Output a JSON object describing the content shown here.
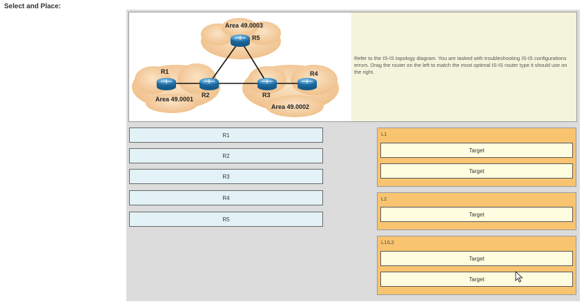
{
  "heading": "Select and Place:",
  "question": {
    "text": "Refer to the IS-IS topology diagram. You are tasked with troubleshooting IS-IS configurations errors. Drag the router on the left to match the most optimal IS-IS router type it should use on the right."
  },
  "diagram": {
    "areas": [
      "Area 49.0003",
      "Area 49.0001",
      "Area 49.0002"
    ],
    "routers": [
      "R5",
      "R1",
      "R2",
      "R3",
      "R4"
    ]
  },
  "sources": [
    "R1",
    "R2",
    "R3",
    "R4",
    "R5"
  ],
  "groups": [
    {
      "label": "L1",
      "targets": [
        "Target",
        "Target"
      ]
    },
    {
      "label": "L2",
      "targets": [
        "Target"
      ]
    },
    {
      "label": "L1/L2",
      "targets": [
        "Target",
        "Target"
      ]
    }
  ],
  "colors": {
    "source_bg": "#e2f2f7",
    "group_bg": "#f8c470",
    "target_bg": "#fffde0"
  }
}
